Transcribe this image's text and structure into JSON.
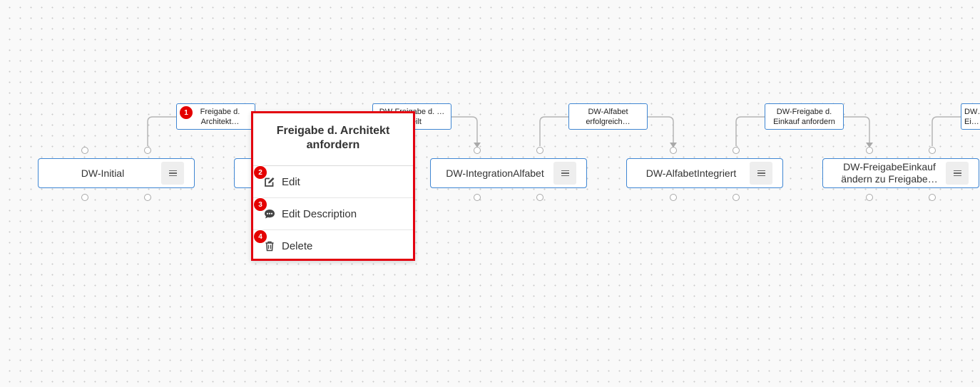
{
  "nodes": [
    {
      "label": "DW-Initial"
    },
    {
      "label": ""
    },
    {
      "label": "DW-IntegrationAlfabet"
    },
    {
      "label": "DW-AlfabetIntegriert"
    },
    {
      "label": "DW-FreigabeEinkauf ändern zu Freigabe…"
    }
  ],
  "transitions": [
    {
      "label": "Freigabe d. Architekt…"
    },
    {
      "label": "DW-Freigabe d. … erteilt"
    },
    {
      "label": "DW-Alfabet erfolgreich…"
    },
    {
      "label": "DW-Freigabe d. Einkauf anfordern"
    },
    {
      "label": "DW… Ei…"
    }
  ],
  "context_menu": {
    "title": "Freigabe d. Architekt anfordern",
    "items": [
      {
        "label": "Edit",
        "icon": "edit-icon",
        "marker": "2"
      },
      {
        "label": "Edit Description",
        "icon": "comment-icon",
        "marker": "3"
      },
      {
        "label": "Delete",
        "icon": "trash-icon",
        "marker": "4"
      }
    ]
  },
  "markers": {
    "first": "1"
  },
  "colors": {
    "node_border": "#3f86d3",
    "highlight": "#e3000f",
    "marker": "#e40000",
    "edge": "#b5b5b5",
    "canvas": "#f9f9f9"
  }
}
